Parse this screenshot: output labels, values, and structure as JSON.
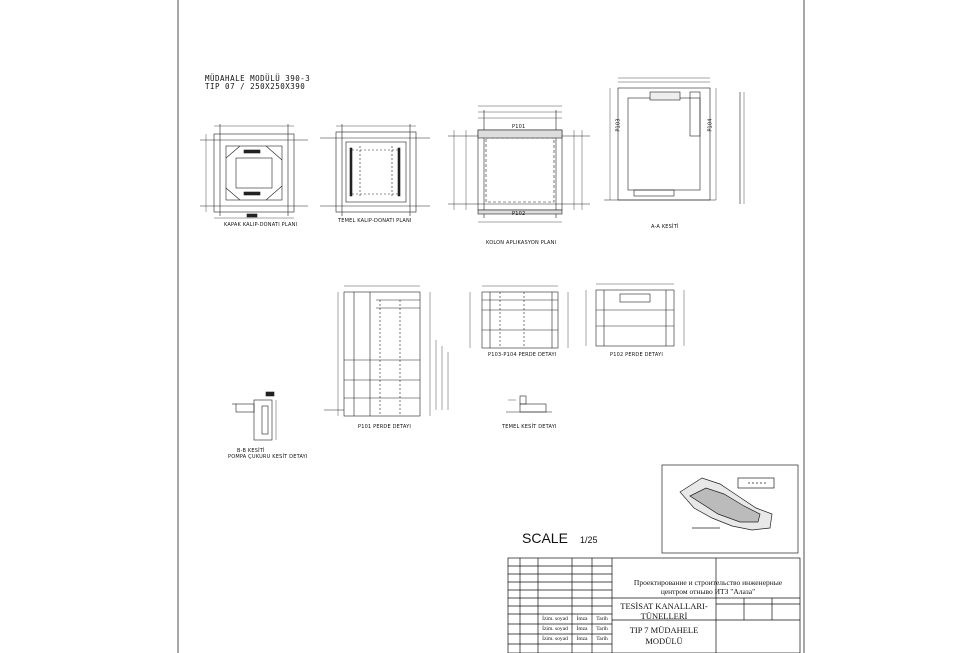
{
  "header": {
    "module_title": "MÜDAHALE MODÜLÜ 390-3",
    "module_type": "TIP 07 / 250X250X390"
  },
  "drawings": {
    "kapak_plan": "KAPAK KALIP-DONATI PLANI",
    "temel_plan": "TEMEL KALIP-DONATI PLANI",
    "kolon_plan": "KOLON APLIKASYON PLANI",
    "aa_kesit": "A-A KESİTİ",
    "p101_detay": "P101 PERDE DETAYI",
    "p103_detay": "P103-P104 PERDE DETAYI",
    "p102_detay": "P102 PERDE DETAYI",
    "temel_kesit": "TEMEL KESİT DETAYI",
    "bb_kesit": "B-B KESİTİ",
    "pompa_detay": "POMPA ÇUKURU KESİT DETAYI"
  },
  "panel_labels": {
    "p101": "P101",
    "p102": "P102",
    "p103": "P103",
    "p104": "P104"
  },
  "scale": {
    "label": "SCALE",
    "value": "1/25"
  },
  "title_block": {
    "company_line1": "Проектирование и строительство инженерные",
    "company_line2": "центром отныво ИТЗ \"Алаза\"",
    "project_line1": "TESİSAT KANALLARI-",
    "project_line2": "TÜNELLERİ",
    "sheet_line1": "TIP 7 MÜDAHELE",
    "sheet_line2": "MODÜLÜ",
    "rev_rows": [
      {
        "name": "İzim. soyad",
        "sign": "İmza",
        "date": "Tarih"
      },
      {
        "name": "İzim. soyad",
        "sign": "İmza",
        "date": "Tarih"
      },
      {
        "name": "İzim. soyad",
        "sign": "İmza",
        "date": "Tarih"
      }
    ]
  }
}
